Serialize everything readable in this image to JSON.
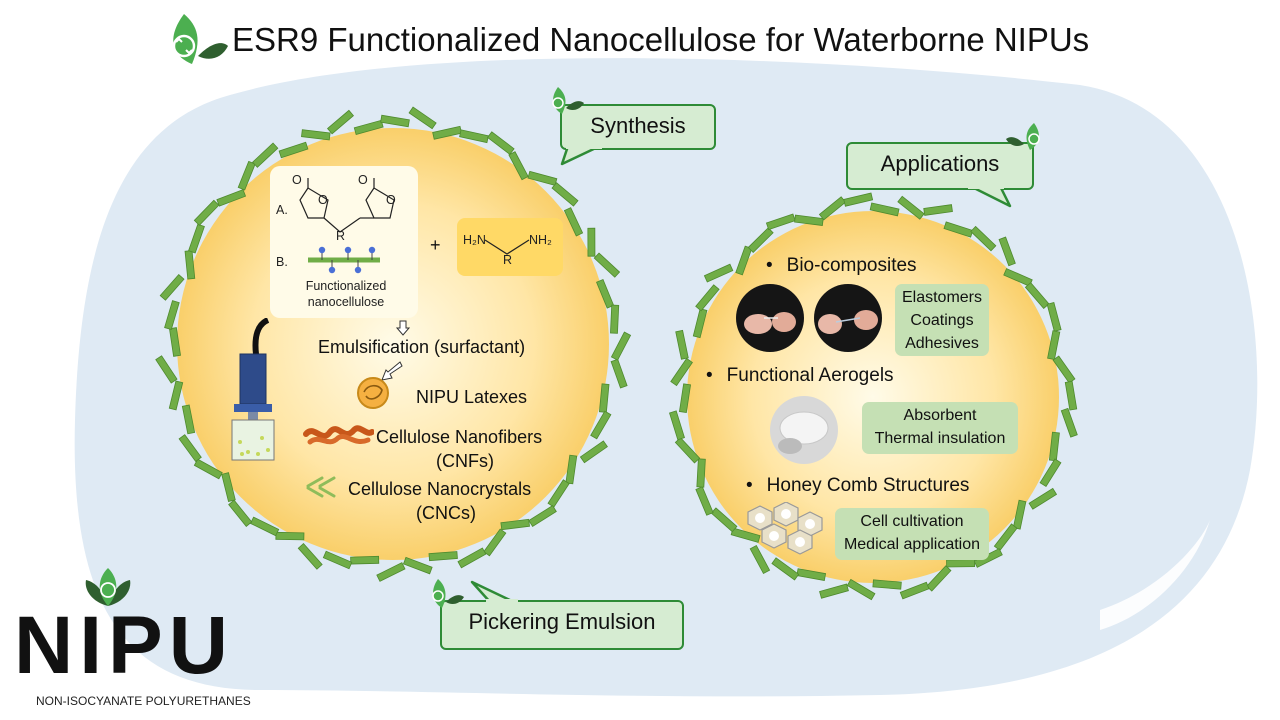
{
  "title": "ESR9 Functionalized Nanocellulose for Waterborne NIPUs",
  "callouts": {
    "synthesis": "Synthesis",
    "applications": "Applications",
    "pickering": "Pickering Emulsion"
  },
  "synthesis": {
    "label_a": "A.",
    "label_b": "B.",
    "atom_o": "O",
    "atom_r": "R",
    "plus": "+",
    "diamine_left": "H₂N",
    "diamine_r": "R",
    "diamine_right": "NH₂",
    "functionalized_label": "Functionalized nanocellulose",
    "emulsification": "Emulsification (surfactant)",
    "latexes": "NIPU Latexes",
    "cnf_line1": "Cellulose Nanofibers",
    "cnf_line2": "(CNFs)",
    "cnc_line1": "Cellulose Nanocrystals",
    "cnc_line2": "(CNCs)"
  },
  "applications": {
    "bio_composites": "Bio-composites",
    "bio_tag": [
      "Elastomers",
      "Coatings",
      "Adhesives"
    ],
    "aerogels": "Functional Aerogels",
    "aerogel_tag": [
      "Absorbent",
      "Thermal insulation"
    ],
    "honeycomb": "Honey Comb Structures",
    "honeycomb_tag": [
      "Cell cultivation",
      "Medical application"
    ]
  },
  "logo": {
    "text": "NIPU",
    "subtitle": "NON-ISOCYANATE POLYURETHANES"
  },
  "colors": {
    "green_dark": "#2e8b36",
    "green_rod": "#70ad47",
    "callout_fill": "#d6ecd2",
    "tag_fill": "#c5e0b4",
    "orange": "#f5b041",
    "blob": "#dfeaf4"
  }
}
